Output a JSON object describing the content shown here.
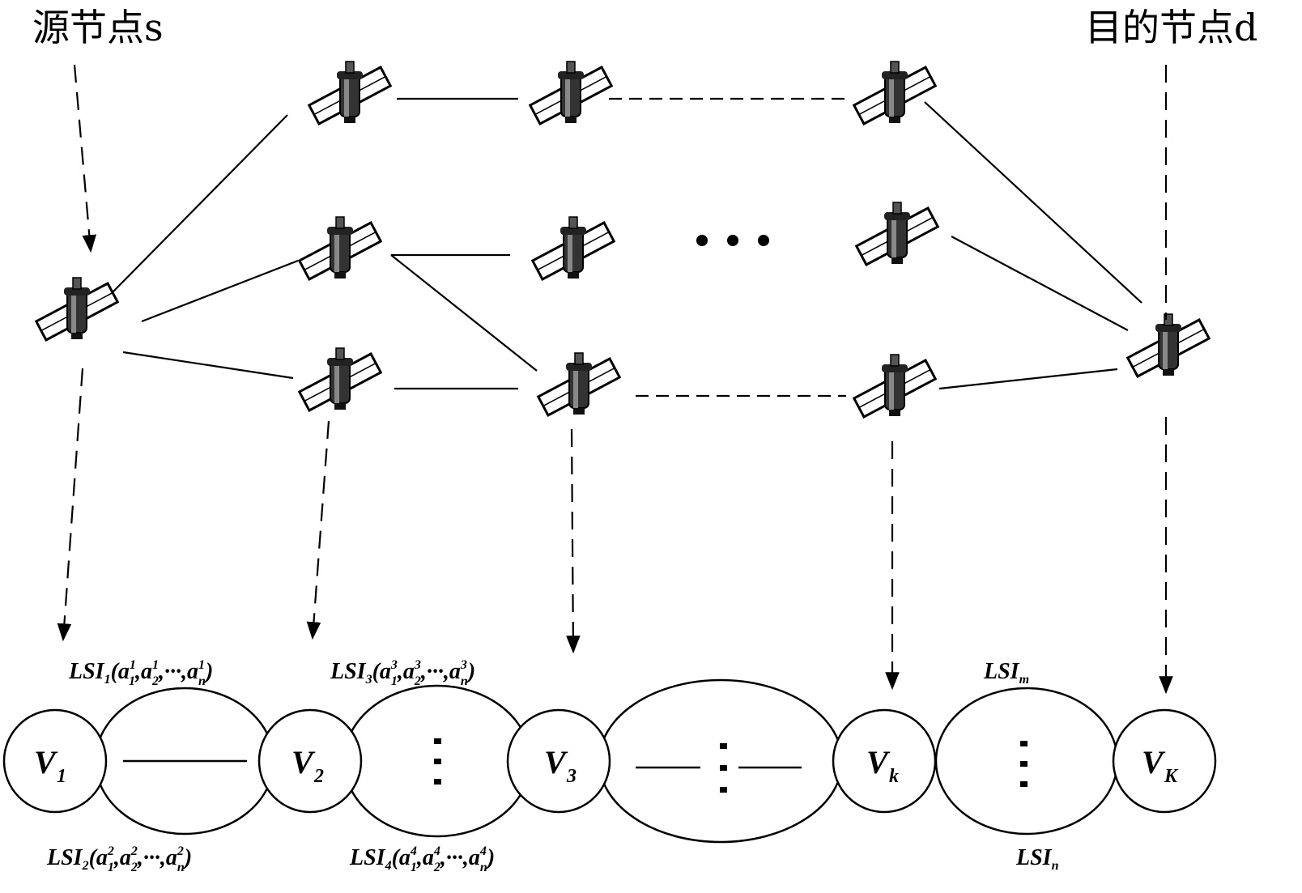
{
  "labels": {
    "source": "源节点s",
    "destination": "目的节点d"
  },
  "nodes": [
    {
      "letter": "V",
      "sub": "1"
    },
    {
      "letter": "V",
      "sub": "2"
    },
    {
      "letter": "V",
      "sub": "3"
    },
    {
      "letter": "V",
      "sub": "k"
    },
    {
      "letter": "V",
      "sub": "K"
    }
  ],
  "links": {
    "lsi1": {
      "name": "LSI",
      "sub": "1",
      "open": "(",
      "a": "a",
      "sup": "1",
      "s1": "1",
      "s2": "2",
      "sn": "n",
      "sep": ",",
      "dots": "···",
      "close": ")"
    },
    "lsi2": {
      "name": "LSI",
      "sub": "2",
      "open": "(",
      "a": "a",
      "sup": "2",
      "s1": "1",
      "s2": "2",
      "sn": "n",
      "sep": ",",
      "dots": "···",
      "close": ")"
    },
    "lsi3": {
      "name": "LSI",
      "sub": "3",
      "open": "(",
      "a": "a",
      "sup": "3",
      "s1": "1",
      "s2": "2",
      "sn": "n",
      "sep": ",",
      "dots": "···",
      "close": ")"
    },
    "lsi4": {
      "name": "LSI",
      "sub": "4",
      "open": "(",
      "a": "a",
      "sup": "4",
      "s1": "1",
      "s2": "2",
      "sn": "n",
      "sep": ",",
      "dots": "···",
      "close": ")"
    },
    "lsim": {
      "name": "LSI",
      "sub": "m"
    },
    "lsin": {
      "name": "LSI",
      "sub": "n"
    }
  }
}
